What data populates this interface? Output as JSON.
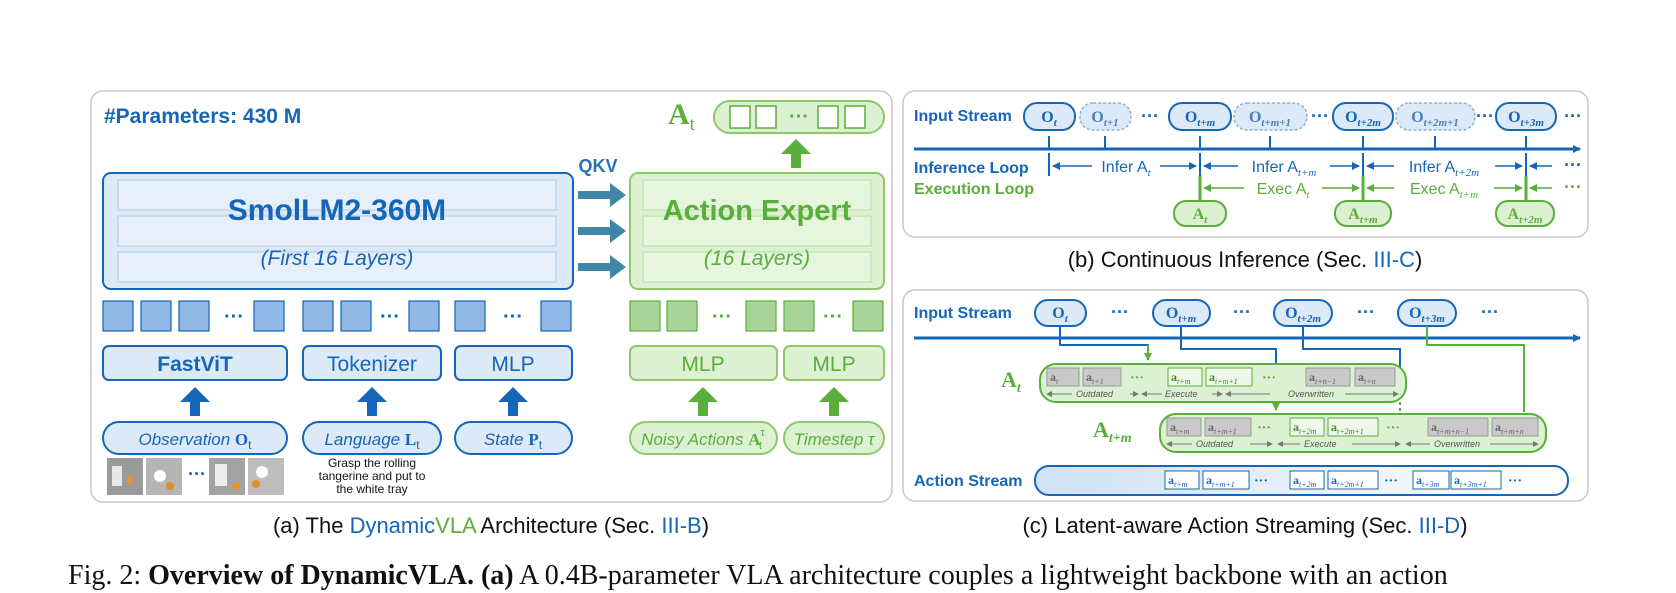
{
  "panel_a": {
    "params": "#Parameters: 430 M",
    "lm_title": "SmolLM2-360M",
    "lm_sub": "(First 16 Layers)",
    "qkv": "QKV",
    "expert_title": "Action Expert",
    "expert_sub": "(16 Layers)",
    "at_label": "A",
    "at_sub": "t",
    "encoders": [
      "FastViT",
      "Tokenizer",
      "MLP",
      "MLP",
      "MLP"
    ],
    "inputs": {
      "obs": "Observation",
      "obs_sym": "O",
      "lang": "Language",
      "lang_sym": "L",
      "state": "State",
      "state_sym": "P",
      "noisy": "Noisy Actions",
      "noisy_sym": "A",
      "timestep": "Timestep τ",
      "sub_t": "t",
      "sup_tau": "τ"
    },
    "instruction": [
      "Grasp the rolling",
      "tangerine and put to",
      "the white tray"
    ],
    "dots": "···"
  },
  "panel_b": {
    "input_stream": "Input Stream",
    "inference_loop": "Inference Loop",
    "execution_loop": "Execution Loop",
    "obs": [
      {
        "sym": "O",
        "sub": "t"
      },
      {
        "sym": "O",
        "sub": "t+1"
      },
      {
        "sym": "O",
        "sub": "t+m"
      },
      {
        "sym": "O",
        "sub": "t+m+1"
      },
      {
        "sym": "O",
        "sub": "t+2m"
      },
      {
        "sym": "O",
        "sub": "t+2m+1"
      },
      {
        "sym": "O",
        "sub": "t+3m"
      }
    ],
    "infer": [
      "Infer A",
      "Infer A",
      "Infer A"
    ],
    "infer_sub": [
      "t",
      "t+m",
      "t+2m"
    ],
    "exec": [
      "Exec A",
      "Exec A"
    ],
    "exec_sub": [
      "t",
      "t+m"
    ],
    "chunks": [
      {
        "sym": "A",
        "sub": "t"
      },
      {
        "sym": "A",
        "sub": "t+m"
      },
      {
        "sym": "A",
        "sub": "t+2m"
      }
    ]
  },
  "panel_c": {
    "input_stream": "Input Stream",
    "action_stream": "Action Stream",
    "obs": [
      {
        "sym": "O",
        "sub": "t"
      },
      {
        "sym": "O",
        "sub": "t+m"
      },
      {
        "sym": "O",
        "sub": "t+2m"
      },
      {
        "sym": "O",
        "sub": "t+3m"
      }
    ],
    "row1_label": {
      "sym": "A",
      "sub": "t"
    },
    "row2_label": {
      "sym": "A",
      "sub": "t+m"
    },
    "row1_cells": [
      "t",
      "t+1",
      "t+m",
      "t+m+1",
      "t+n−1",
      "t+n"
    ],
    "row2_cells": [
      "t+m",
      "t+m+1",
      "t+2m",
      "t+2m+1",
      "t+m+n−1",
      "t+m+n"
    ],
    "stream_cells": [
      "t+m",
      "t+m+1",
      "t+2m",
      "t+2m+1",
      "t+3m",
      "t+3m+1"
    ],
    "outdated": "Outdated",
    "execute": "Execute",
    "overwritten": "Overwritten",
    "cell_sym": "a"
  },
  "captions": {
    "a_pre": "(a) The ",
    "a_dyn": "Dynamic",
    "a_vla": "VLA",
    "a_post": " Architecture (Sec. ",
    "a_ref": "III-B",
    "a_end": ")",
    "b_pre": "(b) Continuous Inference (Sec. ",
    "b_ref": "III-C",
    "b_end": ")",
    "c_pre": "(c) Latent-aware Action Streaming (Sec. ",
    "c_ref": "III-D",
    "c_end": ")"
  },
  "fig_caption": {
    "prefix": "Fig. 2: ",
    "bold": "Overview of DynamicVLA. (a)",
    "text": " A 0.4B-parameter VLA architecture couples a lightweight backbone with an action"
  },
  "colors": {
    "blue": "#1565b8",
    "blue_fill": "#dce9f7",
    "green": "#5aae3a",
    "green_fill": "#dcf1d2",
    "panel_border": "#c8c8c8"
  }
}
